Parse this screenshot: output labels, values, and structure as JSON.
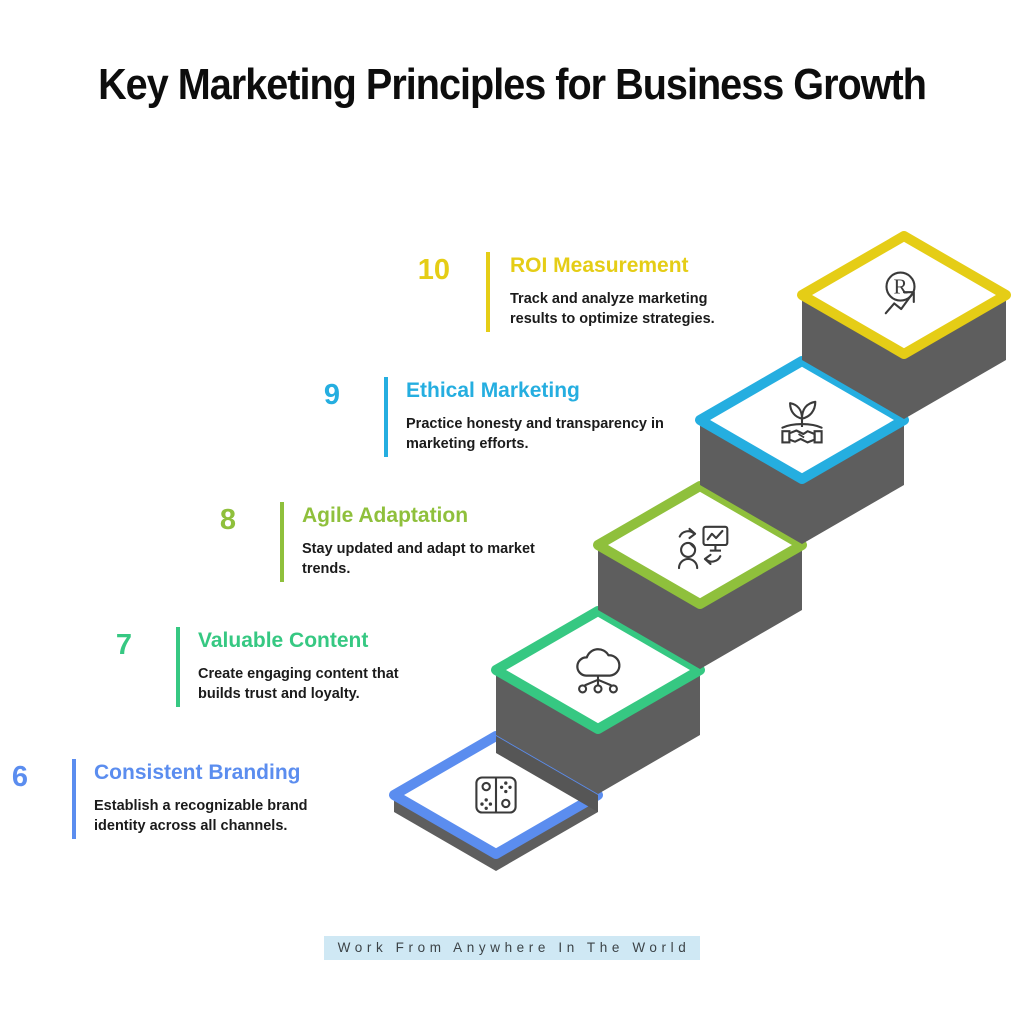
{
  "title": "Key Marketing Principles for Business Growth",
  "footer": {
    "text": "Work From Anywhere In The World"
  },
  "palette": {
    "yellow": "#E5CD16",
    "cyan": "#25AEE0",
    "olive": "#8FC03C",
    "emerald": "#36C882",
    "blue": "#5B8DEF",
    "block_side": "#5E5E5E",
    "block_side_dark": "#535353",
    "text_dark": "#1B1B1B",
    "title_dark": "#0D0D0D",
    "footer_band": "#CFE8F4"
  },
  "steps": [
    {
      "number": "6",
      "title": "Consistent Branding",
      "description": "Establish a recognizable brand identity across all channels.",
      "color": "#5B8DEF",
      "icon": "domino-tile-icon"
    },
    {
      "number": "7",
      "title": "Valuable Content",
      "description": "Create engaging content that builds trust and loyalty.",
      "color": "#36C882",
      "icon": "cloud-network-icon"
    },
    {
      "number": "8",
      "title": "Agile Adaptation",
      "description": "Stay updated and adapt to market trends.",
      "color": "#8FC03C",
      "icon": "person-presentation-cycle-icon"
    },
    {
      "number": "9",
      "title": "Ethical Marketing",
      "description": "Practice honesty and transparency in marketing efforts.",
      "color": "#25AEE0",
      "icon": "handshake-plant-icon"
    },
    {
      "number": "10",
      "title": "ROI Measurement",
      "description": "Track and analyze marketing results to optimize strategies.",
      "color": "#E5CD16",
      "icon": "roi-growth-arrow-icon"
    }
  ]
}
